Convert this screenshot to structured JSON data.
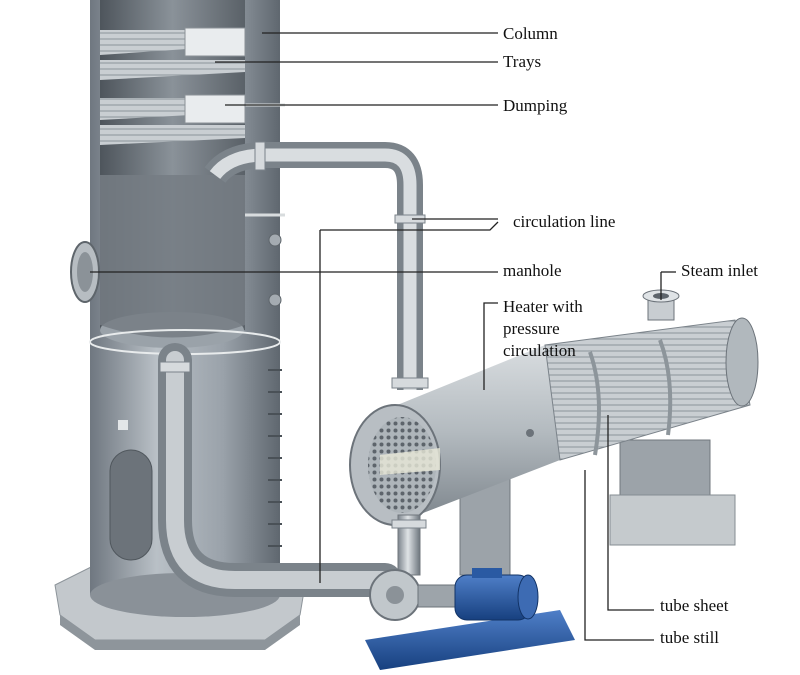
{
  "diagram": {
    "labels": {
      "column": "Column",
      "trays": "Trays",
      "dumping": "Dumping",
      "circulation_line": "circulation line",
      "manhole": "manhole",
      "steam_inlet": "Steam inlet",
      "heater_line1": "Heater with",
      "heater_line2": "pressure",
      "heater_line3": "circulation",
      "tube_sheet": "tube sheet",
      "tube_still": "tube still"
    }
  }
}
